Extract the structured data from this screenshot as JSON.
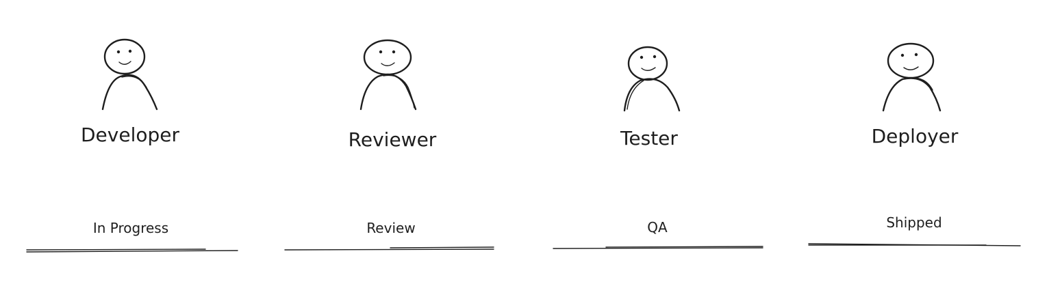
{
  "actors": [
    {
      "name": "Developer"
    },
    {
      "name": "Reviewer"
    },
    {
      "name": "Tester"
    },
    {
      "name": "Deployer"
    }
  ],
  "stages": [
    {
      "label": "In Progress"
    },
    {
      "label": "Review"
    },
    {
      "label": "QA"
    },
    {
      "label": "Shipped"
    }
  ],
  "colors": {
    "ink": "#1e1e1e",
    "background": "#ffffff"
  }
}
